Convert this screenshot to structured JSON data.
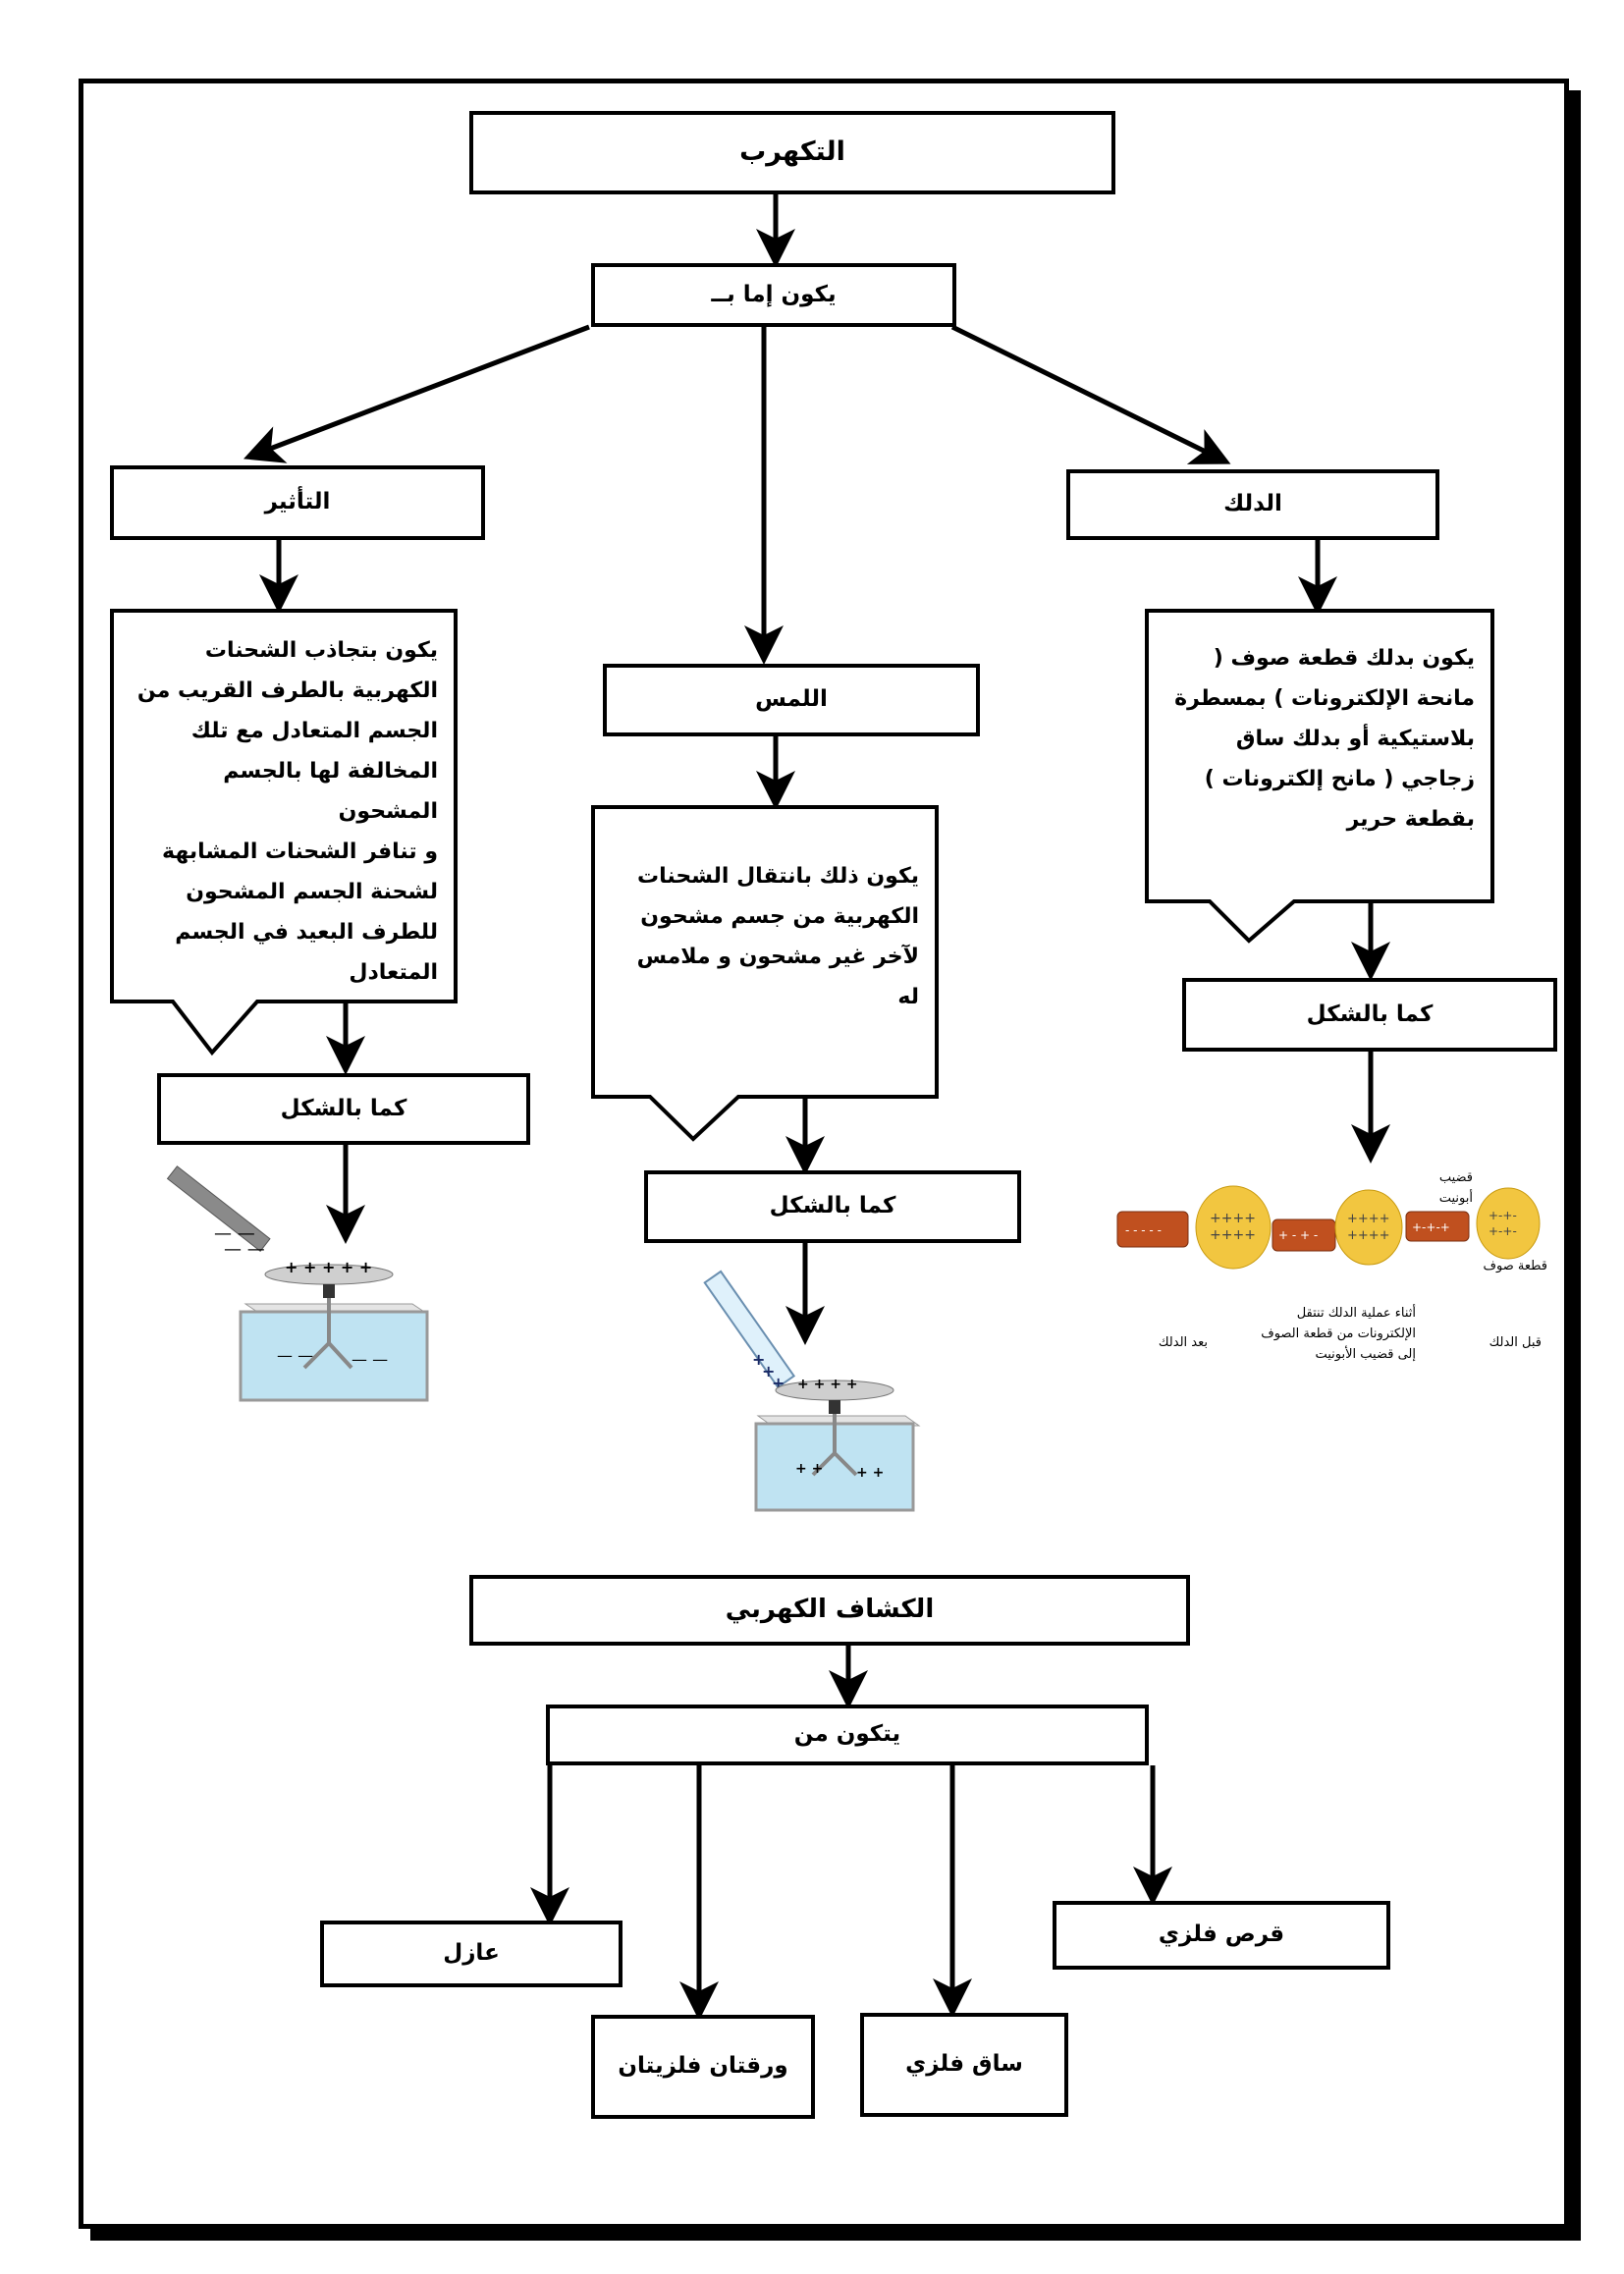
{
  "title": "التكهرب",
  "methods_intro": "يكون إما بــ",
  "methods": {
    "induction": {
      "label": "التأثير",
      "description": "يكون بتجاذب الشحنات\nالكهربية بالطرف القريب من\nالجسم المتعادل مع تلك\nالمخالفة لها بالجسم المشحون\nو تنافر الشحنات المشابهة\nلشحنة الجسم المشحون\nللطرف البعيد في الجسم\nالمتعادل",
      "figure_label": "كما بالشكل"
    },
    "contact": {
      "label": "اللمس",
      "description": "يكون ذلك بانتقال الشحنات\nالكهربية من جسم مشحون\nلآخر غير مشحون و ملامس\nله",
      "figure_label": "كما بالشكل"
    },
    "friction": {
      "label": "الدلك",
      "description": "يكون بدلك قطعة صوف       (\nمانحة الإلكترونات ) بمسطرة\nبلاستيكية أو بدلك ساق\nزجاجي ( مانح إلكترونات )\nبقطعة حرير",
      "figure_label": "كما بالشكل",
      "figure_captions": {
        "before": "قبل الدلك",
        "during": "أثناء عملية الدلك تنتقل\nالإلكترونات من قطعة الصوف\nإلى قضيب الأبونيت",
        "after": "بعد الدلك",
        "rod": "قضيب أبونيت",
        "wool": "قطعة صوف"
      }
    }
  },
  "electroscope": {
    "title": "الكشاف الكهربي",
    "consists_of": "يتكون من",
    "parts": [
      "عازل",
      "ورقتان فلزيتان",
      "ساق فلزي",
      "قرص فلزي"
    ]
  },
  "colors": {
    "line": "#000000",
    "glass": "#bfe3f2",
    "rod": "#c0501f",
    "wool": "#f2c640"
  }
}
